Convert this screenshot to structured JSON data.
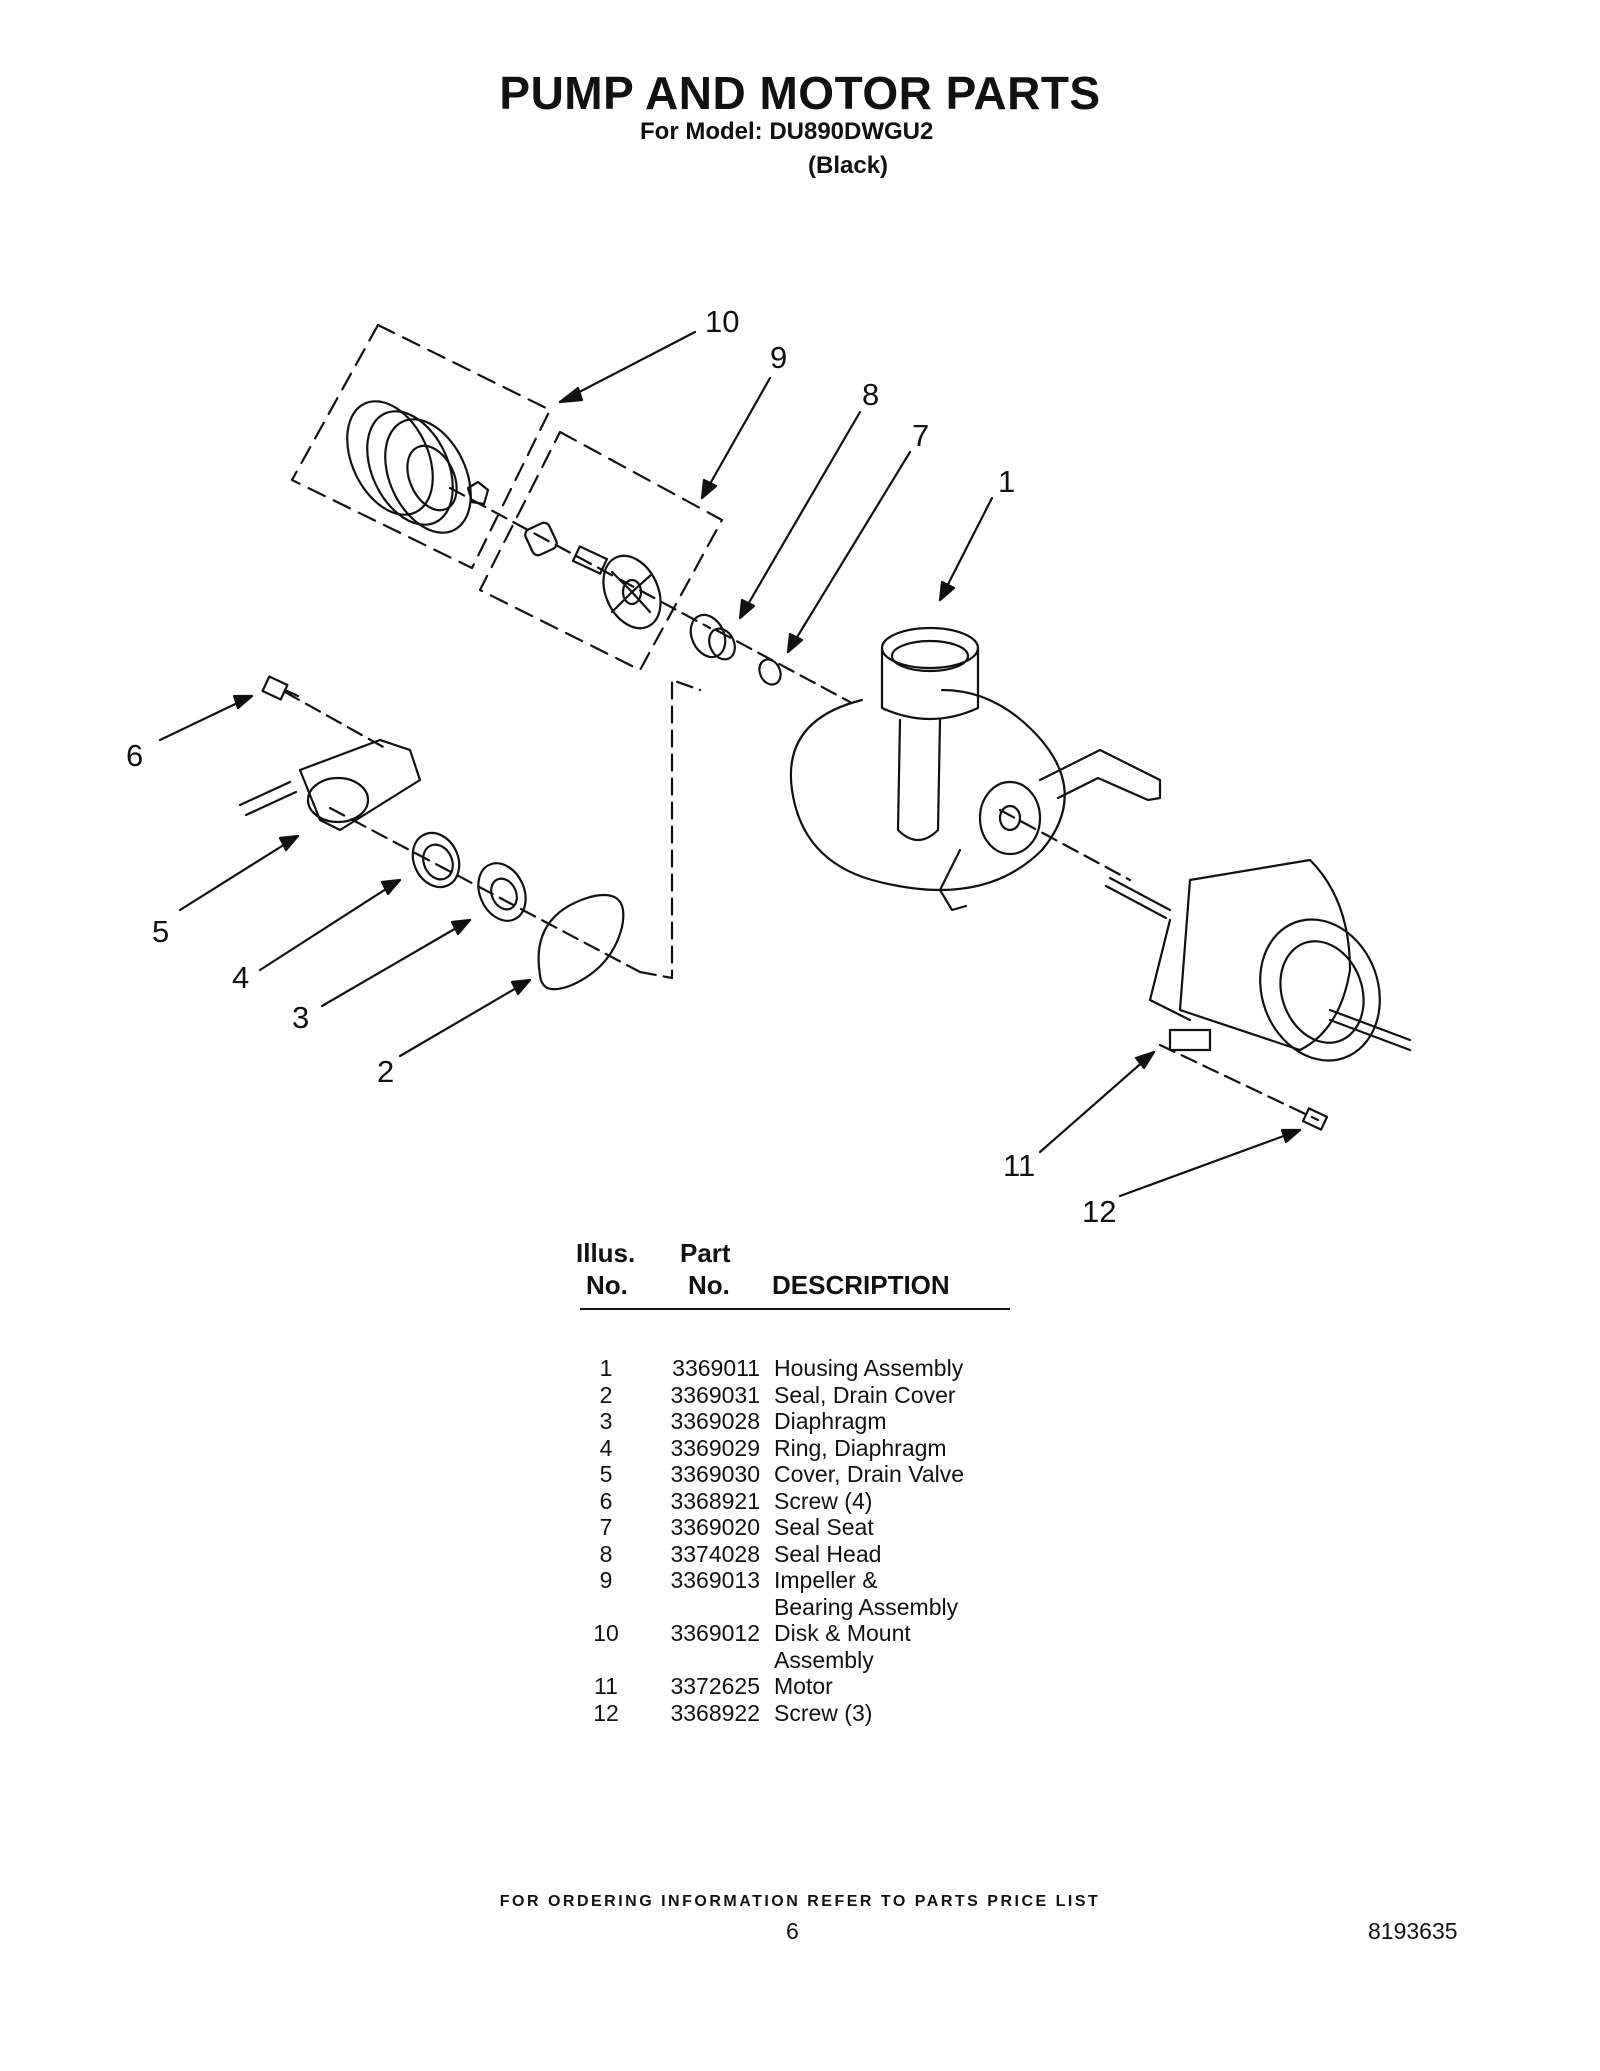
{
  "header": {
    "title": "PUMP AND MOTOR PARTS",
    "model_line": "For Model: DU890DWGU2",
    "color_line": "(Black)"
  },
  "diagram": {
    "callouts": [
      "10",
      "9",
      "8",
      "7",
      "1",
      "6",
      "5",
      "4",
      "3",
      "2",
      "11",
      "12"
    ]
  },
  "parts_table": {
    "headers": {
      "illus_top": "Illus.",
      "illus_bottom": "No.",
      "part_top": "Part",
      "part_bottom": "No.",
      "description": "DESCRIPTION"
    },
    "rows": [
      {
        "illus": "1",
        "part": "3369011",
        "desc": "Housing Assembly"
      },
      {
        "illus": "2",
        "part": "3369031",
        "desc": "Seal, Drain Cover"
      },
      {
        "illus": "3",
        "part": "3369028",
        "desc": "Diaphragm"
      },
      {
        "illus": "4",
        "part": "3369029",
        "desc": "Ring, Diaphragm"
      },
      {
        "illus": "5",
        "part": "3369030",
        "desc": "Cover, Drain Valve"
      },
      {
        "illus": "6",
        "part": "3368921",
        "desc": "Screw (4)"
      },
      {
        "illus": "7",
        "part": "3369020",
        "desc": "Seal Seat"
      },
      {
        "illus": "8",
        "part": "3374028",
        "desc": "Seal Head"
      },
      {
        "illus": "9",
        "part": "3369013",
        "desc": "Impeller &"
      },
      {
        "illus": "",
        "part": "",
        "desc": "Bearing Assembly"
      },
      {
        "illus": "10",
        "part": "3369012",
        "desc": "Disk & Mount"
      },
      {
        "illus": "",
        "part": "",
        "desc": "Assembly"
      },
      {
        "illus": "11",
        "part": "3372625",
        "desc": "Motor"
      },
      {
        "illus": "12",
        "part": "3368922",
        "desc": "Screw (3)"
      }
    ]
  },
  "footer": {
    "ordering_note": "FOR ORDERING INFORMATION REFER TO PARTS PRICE LIST",
    "page_number": "6",
    "document_number": "8193635"
  }
}
